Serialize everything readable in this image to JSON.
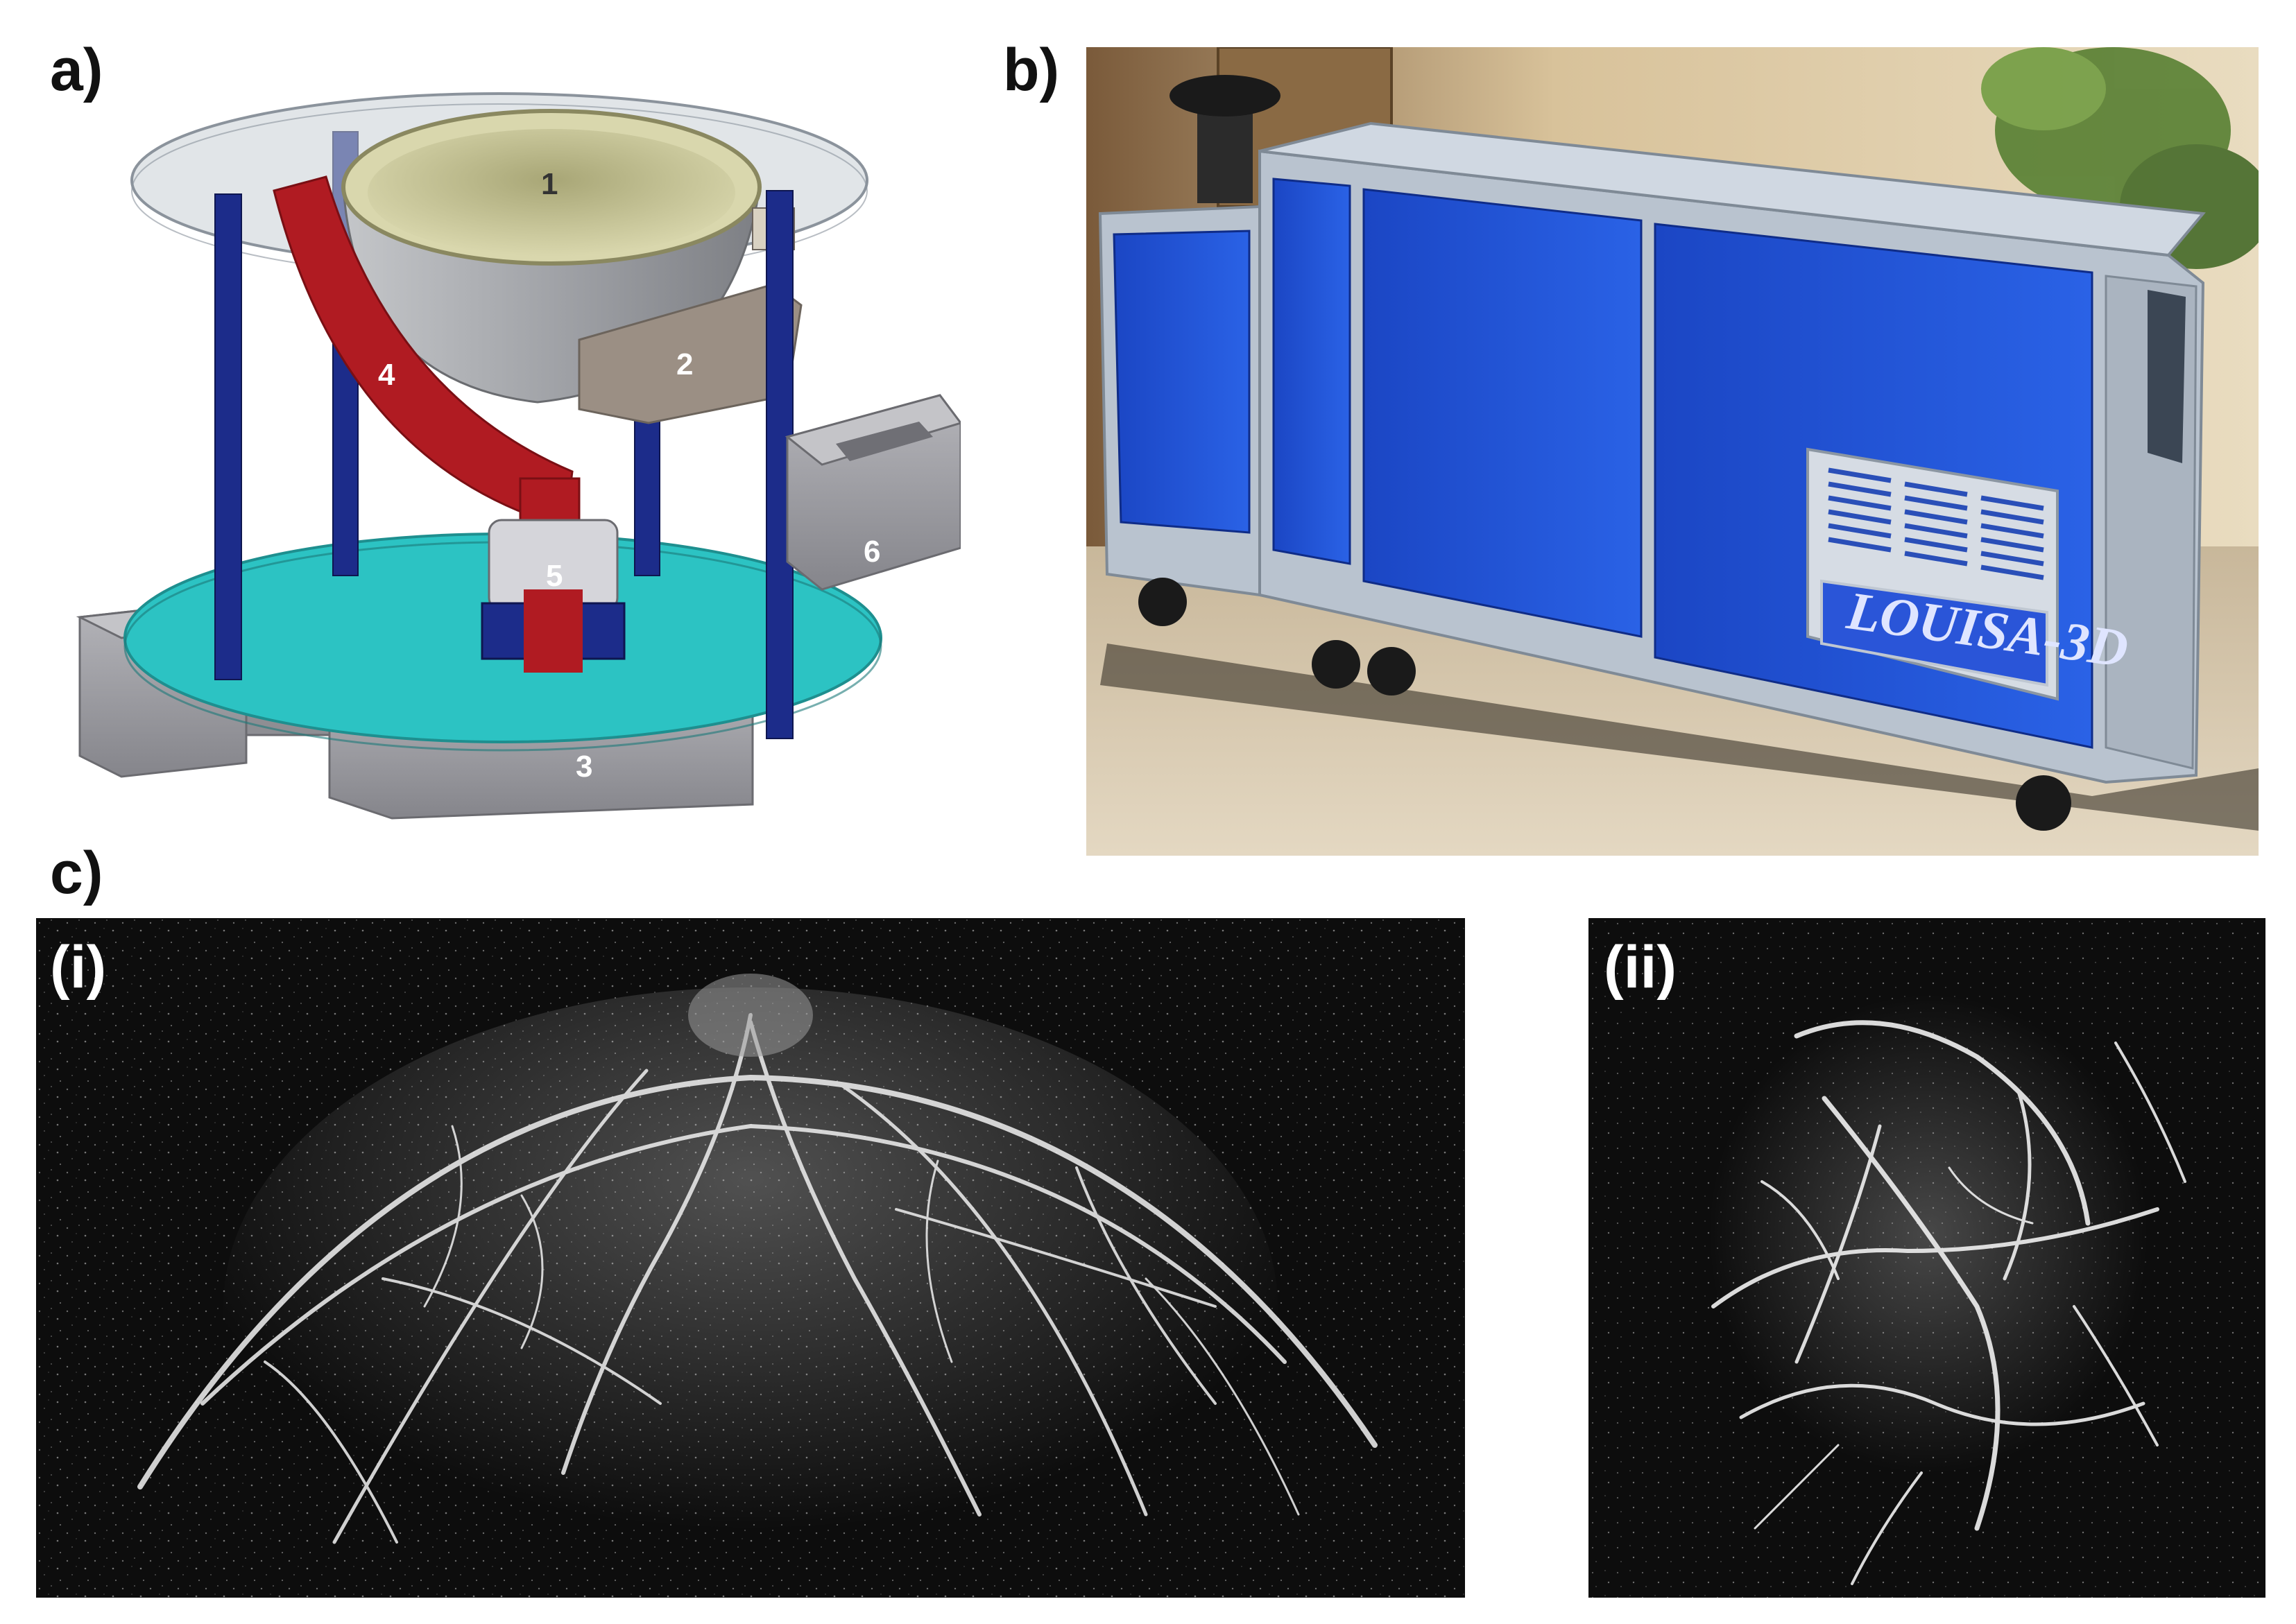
{
  "panels": {
    "a": {
      "label": "a)",
      "part_numbers": [
        "1",
        "2",
        "3",
        "4",
        "5",
        "6"
      ]
    },
    "b": {
      "label": "b)",
      "device_name": "LOUISA-3D"
    },
    "c": {
      "label": "c)",
      "sub": {
        "i": "(i)",
        "ii": "(ii)"
      }
    }
  },
  "colors": {
    "platform_top": "#c9cfd6",
    "platform_bottom": "#2cc3c3",
    "posts": "#1c2c8a",
    "arm": "#b01b22",
    "bowl": "#c9c79a",
    "housing": "#9b9ba0",
    "cabinet_blue": "#1e4fd6",
    "frame_silver": "#b9c3cf",
    "imaging_bg": "#0d0d0d"
  }
}
